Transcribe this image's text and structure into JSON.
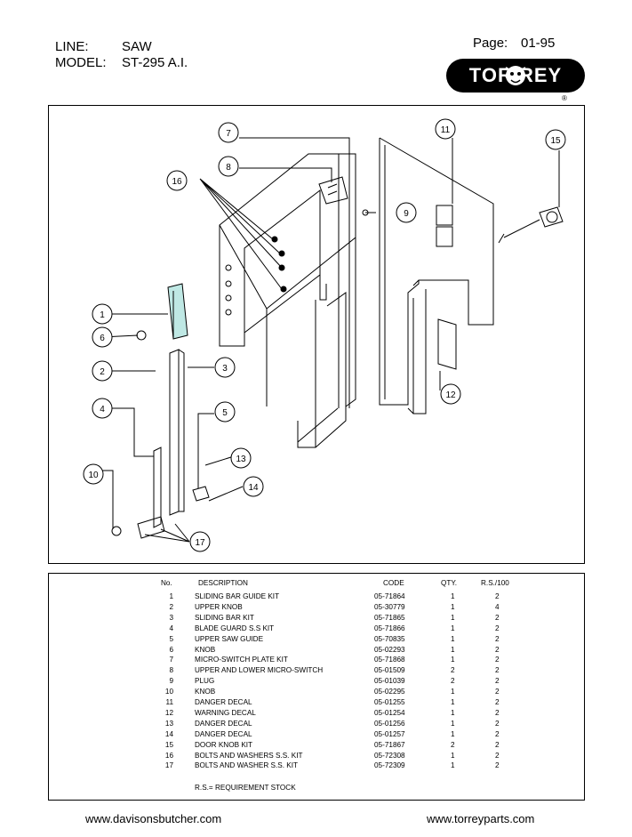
{
  "header": {
    "line_label": "LINE:",
    "line_value": "SAW",
    "model_label": "MODEL:",
    "model_value": "ST-295 A.I.",
    "page_label": "Page:",
    "page_value": "01-95"
  },
  "brand": {
    "logo_text": "TOR  REY",
    "registered": "®"
  },
  "diagram": {
    "callouts": [
      "1",
      "2",
      "3",
      "4",
      "5",
      "6",
      "7",
      "8",
      "9",
      "10",
      "11",
      "12",
      "13",
      "14",
      "15",
      "16",
      "17"
    ]
  },
  "table": {
    "headers": {
      "no": "No.",
      "description": "DESCRIPTION",
      "code": "CODE",
      "qty": "QTY.",
      "rs": "R.S./100"
    },
    "rows": [
      {
        "no": "1",
        "description": "SLIDING BAR GUIDE KIT",
        "code": "05-71864",
        "qty": "1",
        "rs": "2"
      },
      {
        "no": "2",
        "description": "UPPER KNOB",
        "code": "05-30779",
        "qty": "1",
        "rs": "4"
      },
      {
        "no": "3",
        "description": "SLIDING BAR KIT",
        "code": "05-71865",
        "qty": "1",
        "rs": "2"
      },
      {
        "no": "4",
        "description": "BLADE GUARD S.S KIT",
        "code": "05-71866",
        "qty": "1",
        "rs": "2"
      },
      {
        "no": "5",
        "description": "UPPER SAW GUIDE",
        "code": "05-70835",
        "qty": "1",
        "rs": "2"
      },
      {
        "no": "6",
        "description": "KNOB",
        "code": "05-02293",
        "qty": "1",
        "rs": "2"
      },
      {
        "no": "7",
        "description": "MICRO-SWITCH PLATE KIT",
        "code": "05-71868",
        "qty": "1",
        "rs": "2"
      },
      {
        "no": "8",
        "description": "UPPER AND LOWER MICRO-SWITCH",
        "code": "05-01509",
        "qty": "2",
        "rs": "2"
      },
      {
        "no": "9",
        "description": "PLUG",
        "code": "05-01039",
        "qty": "2",
        "rs": "2"
      },
      {
        "no": "10",
        "description": "KNOB",
        "code": "05-02295",
        "qty": "1",
        "rs": "2"
      },
      {
        "no": "11",
        "description": "DANGER DECAL",
        "code": "05-01255",
        "qty": "1",
        "rs": "2"
      },
      {
        "no": "12",
        "description": "WARNING DECAL",
        "code": "05-01254",
        "qty": "1",
        "rs": "2"
      },
      {
        "no": "13",
        "description": "DANGER DECAL",
        "code": "05-01256",
        "qty": "1",
        "rs": "2"
      },
      {
        "no": "14",
        "description": "DANGER DECAL",
        "code": "05-01257",
        "qty": "1",
        "rs": "2"
      },
      {
        "no": "15",
        "description": "DOOR KNOB KIT",
        "code": "05-71867",
        "qty": "2",
        "rs": "2"
      },
      {
        "no": "16",
        "description": "BOLTS AND WASHERS S.S. KIT",
        "code": "05-72308",
        "qty": "1",
        "rs": "2"
      },
      {
        "no": "17",
        "description": "BOLTS AND WASHER S.S. KIT",
        "code": "05-72309",
        "qty": "1",
        "rs": "2"
      }
    ],
    "note": "R.S.= REQUIREMENT STOCK"
  },
  "footer": {
    "left": "www.davisonsbutcher.com",
    "right": "www.torreyparts.com"
  },
  "colors": {
    "accent_part": "#bfe8e4",
    "ink": "#000000"
  }
}
